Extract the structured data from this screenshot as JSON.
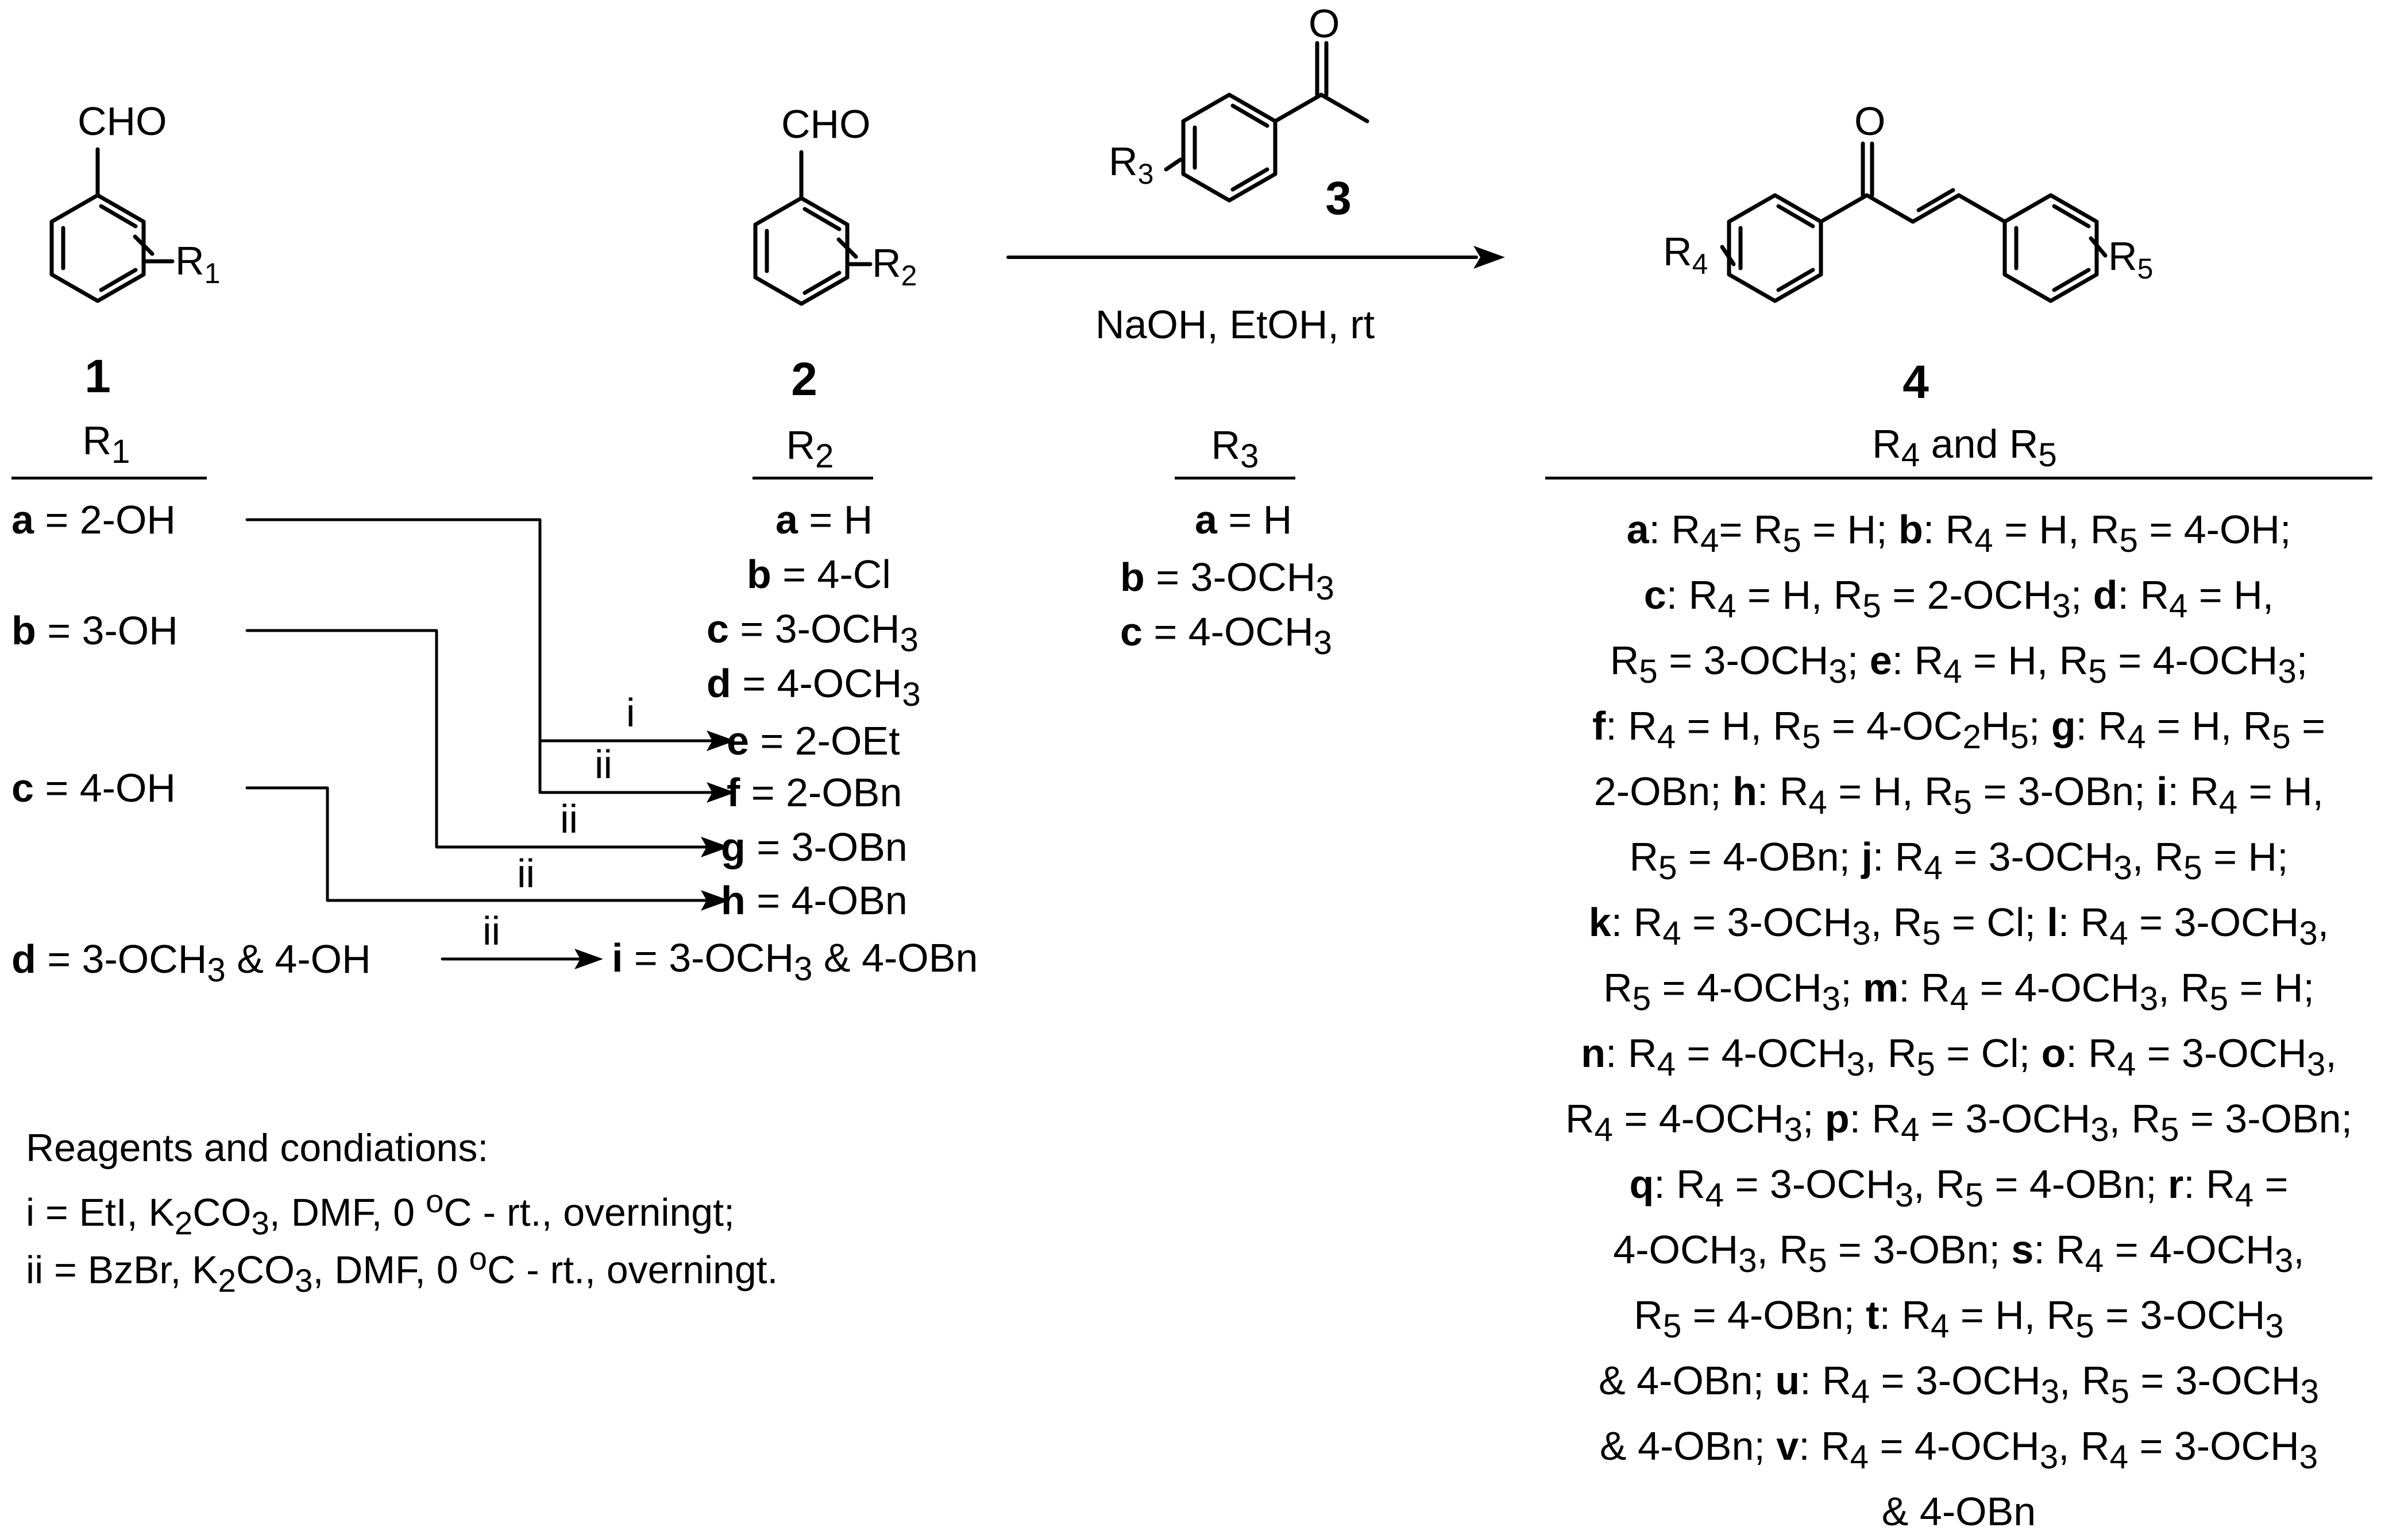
{
  "compounds": {
    "c1": {
      "label": "1",
      "header": "R",
      "header_sub": "1",
      "items": [
        {
          "key": "a",
          "text": " = 2-OH"
        },
        {
          "key": "b",
          "text": " = 3-OH"
        },
        {
          "key": "c",
          "text": " = 4-OH"
        },
        {
          "key": "d",
          "text": " = 3-OCH",
          "sub": "3",
          "tail": " & 4-OH"
        }
      ]
    },
    "c2": {
      "label": "2",
      "header": "R",
      "header_sub": "2",
      "items": [
        {
          "key": "a",
          "text": " = H"
        },
        {
          "key": "b",
          "text": " = 4-Cl"
        },
        {
          "key": "c",
          "text": " = 3-OCH",
          "sub": "3"
        },
        {
          "key": "d",
          "text": " = 4-OCH",
          "sub": "3"
        },
        {
          "key": "e",
          "text": " = 2-OEt"
        },
        {
          "key": "f",
          "text": " = 2-OBn"
        },
        {
          "key": "g",
          "text": " = 3-OBn"
        },
        {
          "key": "h",
          "text": " = 4-OBn"
        },
        {
          "key": "i",
          "text": " = 3-OCH",
          "sub": "3",
          "tail": " & 4-OBn"
        }
      ]
    },
    "c3": {
      "label": "3",
      "header": "R",
      "header_sub": "3",
      "items": [
        {
          "key": "a",
          "text": " = H"
        },
        {
          "key": "b",
          "text": " = 3-OCH",
          "sub": "3"
        },
        {
          "key": "c",
          "text": " = 4-OCH",
          "sub": "3"
        }
      ]
    },
    "c4": {
      "label": "4",
      "header": "R",
      "header_sub": "4",
      "header_tail": " and R",
      "header_sub2": "5"
    }
  },
  "struct_text": {
    "cho": "CHO",
    "o": "O",
    "r": "R",
    "sub1": "1",
    "sub2": "2",
    "sub3": "3",
    "sub4": "4",
    "sub5": "5"
  },
  "arrows": {
    "i": "i",
    "ii": "ii"
  },
  "reaction_condition": "NaOH, EtOH, rt",
  "reagents": {
    "title": "Reagents and condiations:",
    "i_pre": "i = EtI, K",
    "i_sub": "2",
    "i_mid": "CO",
    "i_sub2": "3",
    "i_mid2": ", DMF, 0 ",
    "i_sup": "o",
    "i_post": "C - rt., overningt;",
    "ii_pre": "ii = BzBr, K",
    "ii_sub": "2",
    "ii_mid": "CO",
    "ii_sub2": "3",
    "ii_mid2": ", DMF, 0 ",
    "ii_sup": "o",
    "ii_post": "C - rt., overningt."
  },
  "list4_lines": [
    "<b>a</b>: R<sub>4</sub>= R<sub>5</sub> = H; <b>b</b>: R<sub>4</sub> = H, R<sub>5</sub> = 4-OH;",
    "<b>c</b>: R<sub>4</sub> = H, R<sub>5</sub> = 2-OCH<sub>3</sub>; <b>d</b>: R<sub>4</sub> = H,",
    "R<sub>5</sub> = 3-OCH<sub>3</sub>; <b>e</b>: R<sub>4</sub> = H, R<sub>5</sub> = 4-OCH<sub>3</sub>;",
    "<b>f</b>: R<sub>4</sub> = H, R<sub>5</sub> = 4-OC<sub>2</sub>H<sub>5</sub>; <b>g</b>: R<sub>4</sub> = H, R<sub>5</sub> =",
    "2-OBn; <b>h</b>: R<sub>4</sub> = H, R<sub>5</sub> = 3-OBn; <b>i</b>: R<sub>4</sub> = H,",
    "R<sub>5</sub> = 4-OBn; <b>j</b>: R<sub>4</sub> = 3-OCH<sub>3</sub>, R<sub>5</sub> = H;",
    "<b>k</b>: R<sub>4</sub> = 3-OCH<sub>3</sub>, R<sub>5</sub> = Cl; <b>l</b>: R<sub>4</sub> = 3-OCH<sub>3</sub>,",
    "R<sub>5</sub> = 4-OCH<sub>3</sub>; <b>m</b>: R<sub>4</sub> = 4-OCH<sub>3</sub>, R<sub>5</sub> = H;",
    "<b>n</b>: R<sub>4</sub> = 4-OCH<sub>3</sub>, R<sub>5</sub> = Cl; <b>o</b>: R<sub>4</sub> = 3-OCH<sub>3</sub>,",
    "R<sub>4</sub> = 4-OCH<sub>3</sub>; <b>p</b>: R<sub>4</sub> = 3-OCH<sub>3</sub>, R<sub>5</sub> = 3-OBn;",
    "<b>q</b>: R<sub>4</sub> = 3-OCH<sub>3</sub>, R<sub>5</sub> = 4-OBn; <b>r</b>: R<sub>4</sub> =",
    "4-OCH<sub>3</sub>, R<sub>5</sub> = 3-OBn; <b>s</b>: R<sub>4</sub> = 4-OCH<sub>3</sub>,",
    "R<sub>5</sub> = 4-OBn; <b>t</b>: R<sub>4</sub> = H, R<sub>5</sub> = 3-OCH<sub>3</sub>",
    "&amp; 4-OBn; <b>u</b>: R<sub>4</sub> = 3-OCH<sub>3</sub>, R<sub>5</sub> = 3-OCH<sub>3</sub>",
    "&amp; 4-OBn; <b>v</b>: R<sub>4</sub> = 4-OCH<sub>3</sub>, R<sub>4</sub> = 3-OCH<sub>3</sub>",
    "&amp; 4-OBn"
  ]
}
